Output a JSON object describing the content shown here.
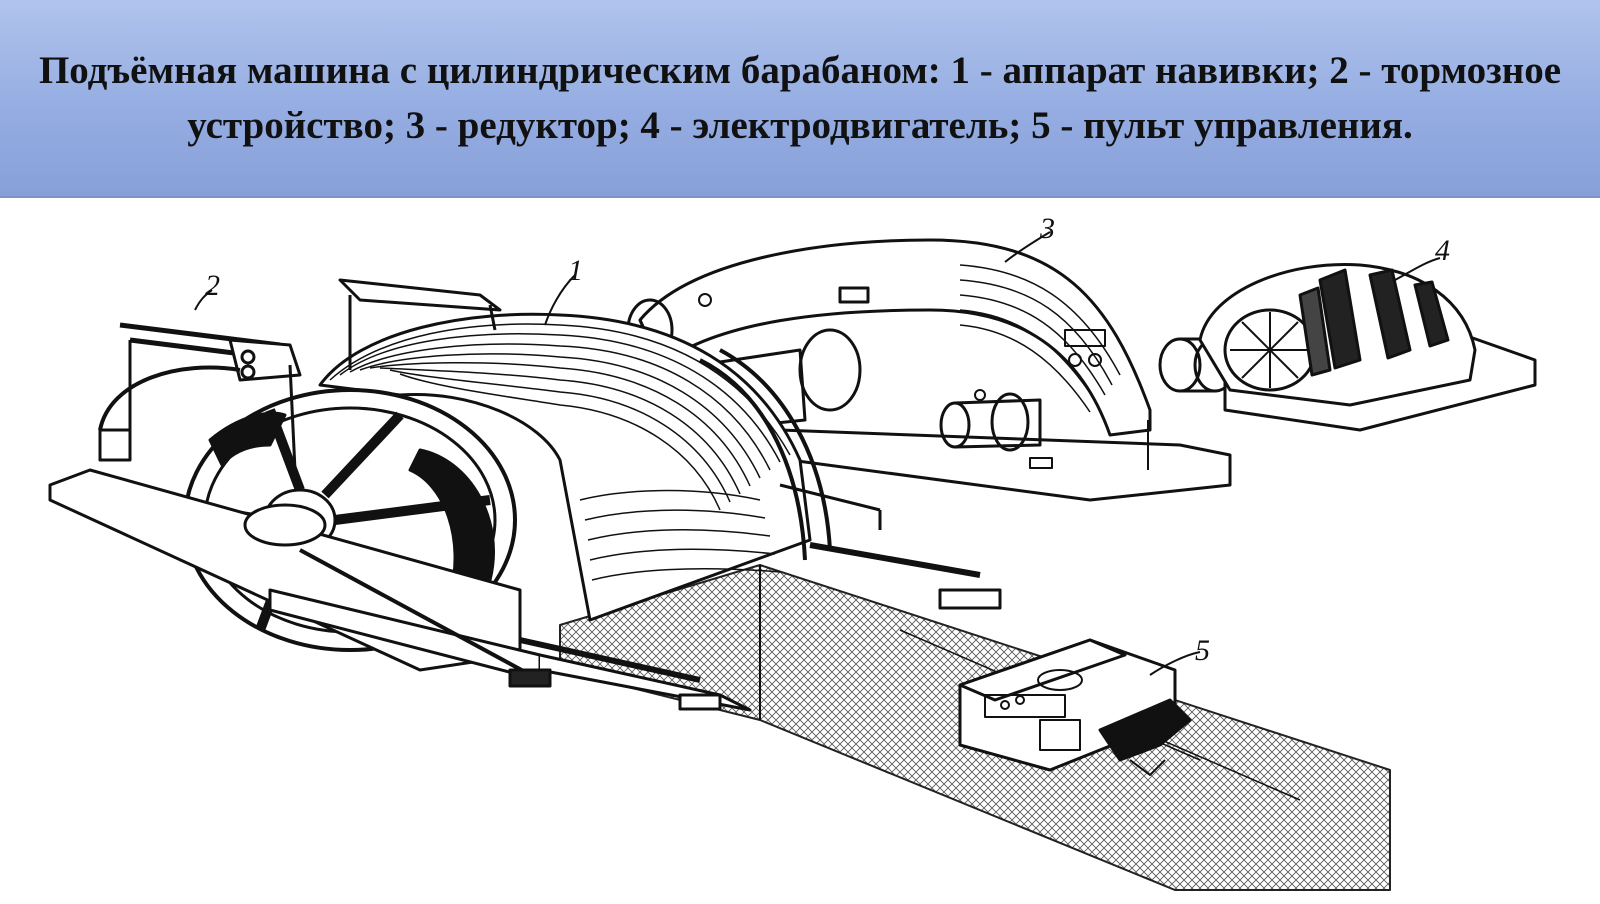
{
  "slide": {
    "title": "Подъёмная машина с цилиндрическим барабаном: 1 - аппарат навивки; 2 - тормозное устройство; 3 - редуктор; 4 - электродвигатель; 5 - пульт управления."
  },
  "figure": {
    "labels": {
      "drum": "1",
      "brake": "2",
      "gearbox": "3",
      "motor": "4",
      "console": "5"
    }
  },
  "colors": {
    "title_background": "#9db2e6",
    "line": "#111111",
    "background": "#ffffff"
  }
}
